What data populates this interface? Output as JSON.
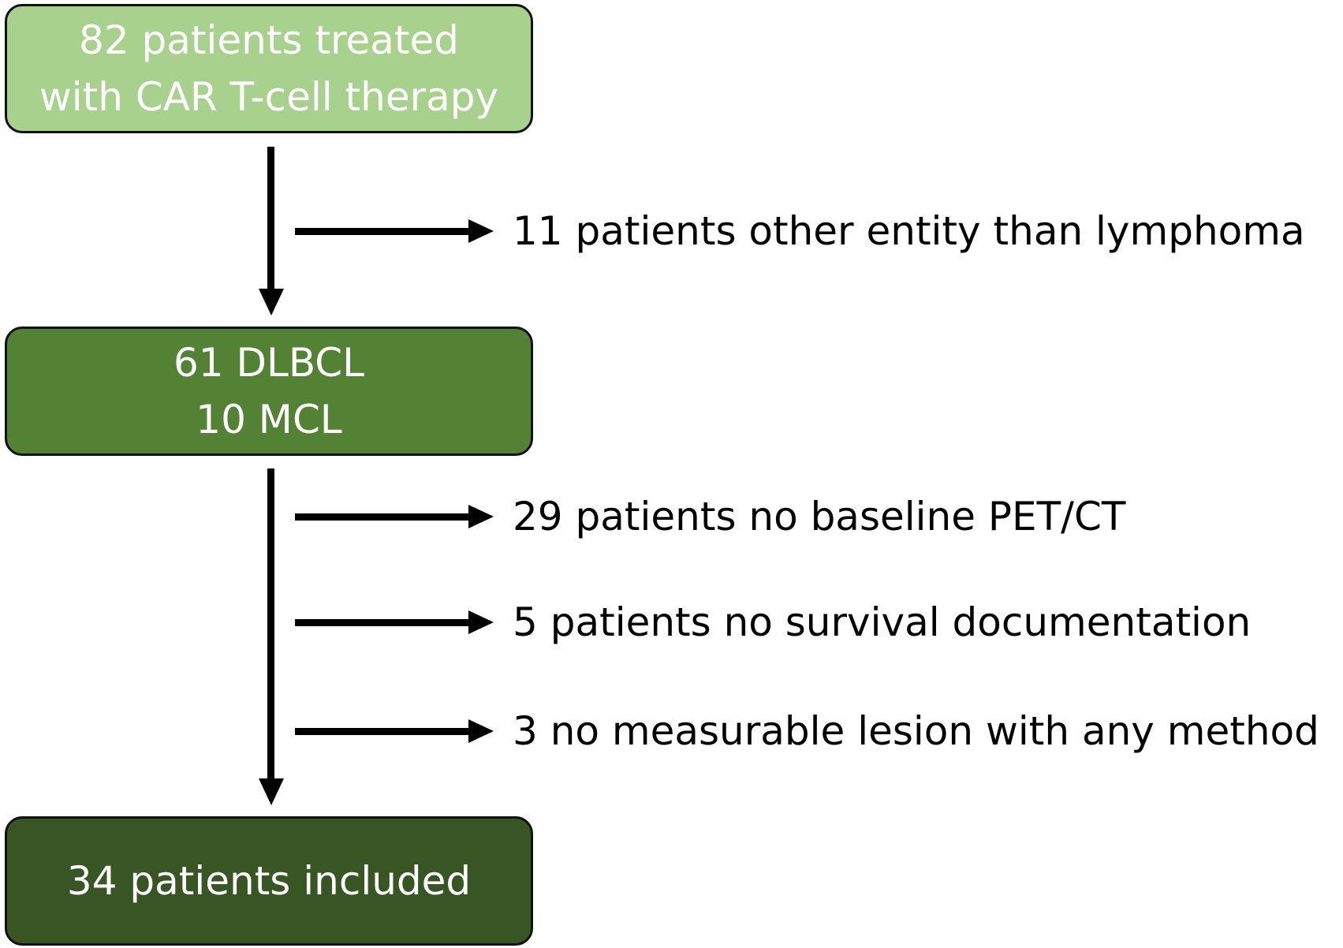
{
  "diagram": {
    "start_box": {
      "line1": "82 patients treated",
      "line2": "with CAR T-cell therapy"
    },
    "middle_box": {
      "line1": "61 DLBCL",
      "line2": "10 MCL"
    },
    "end_box": {
      "line1": "34 patients included"
    },
    "exclusions": [
      {
        "label": "11 patients other entity than lymphoma"
      },
      {
        "label": "29 patients no baseline PET/CT"
      },
      {
        "label": "5 patients no survival documentation"
      },
      {
        "label": "3 no measurable lesion with any method"
      }
    ],
    "colors": {
      "start_fill": "#a9d18e",
      "middle_fill": "#548235",
      "end_fill": "#375623",
      "arrow": "#000000",
      "box_text": "#ffffff"
    }
  }
}
